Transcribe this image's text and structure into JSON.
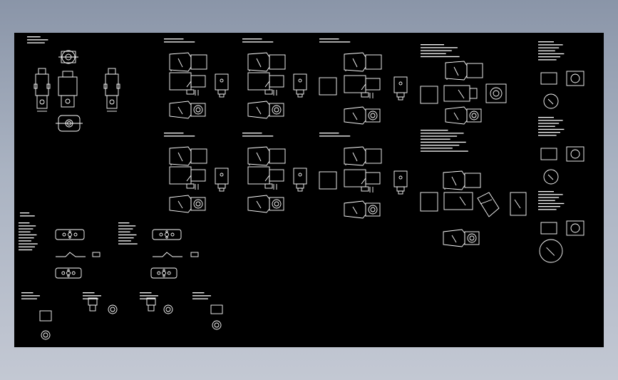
{
  "drawing": {
    "background": "#000000",
    "line_color": "#ffffff",
    "viewport_gradient": [
      "#8a95a8",
      "#c3c8d3"
    ]
  },
  "labels": {},
  "components": [
    {
      "kind": "valve-assembly-front"
    },
    {
      "kind": "valve-assembly-side"
    },
    {
      "kind": "valve-assembly-rear"
    },
    {
      "kind": "valve-base-plan"
    },
    {
      "kind": "coil-side"
    },
    {
      "kind": "coil-front"
    },
    {
      "kind": "coil-round"
    },
    {
      "kind": "connector-plate"
    },
    {
      "kind": "round-coil-end-view"
    }
  ]
}
